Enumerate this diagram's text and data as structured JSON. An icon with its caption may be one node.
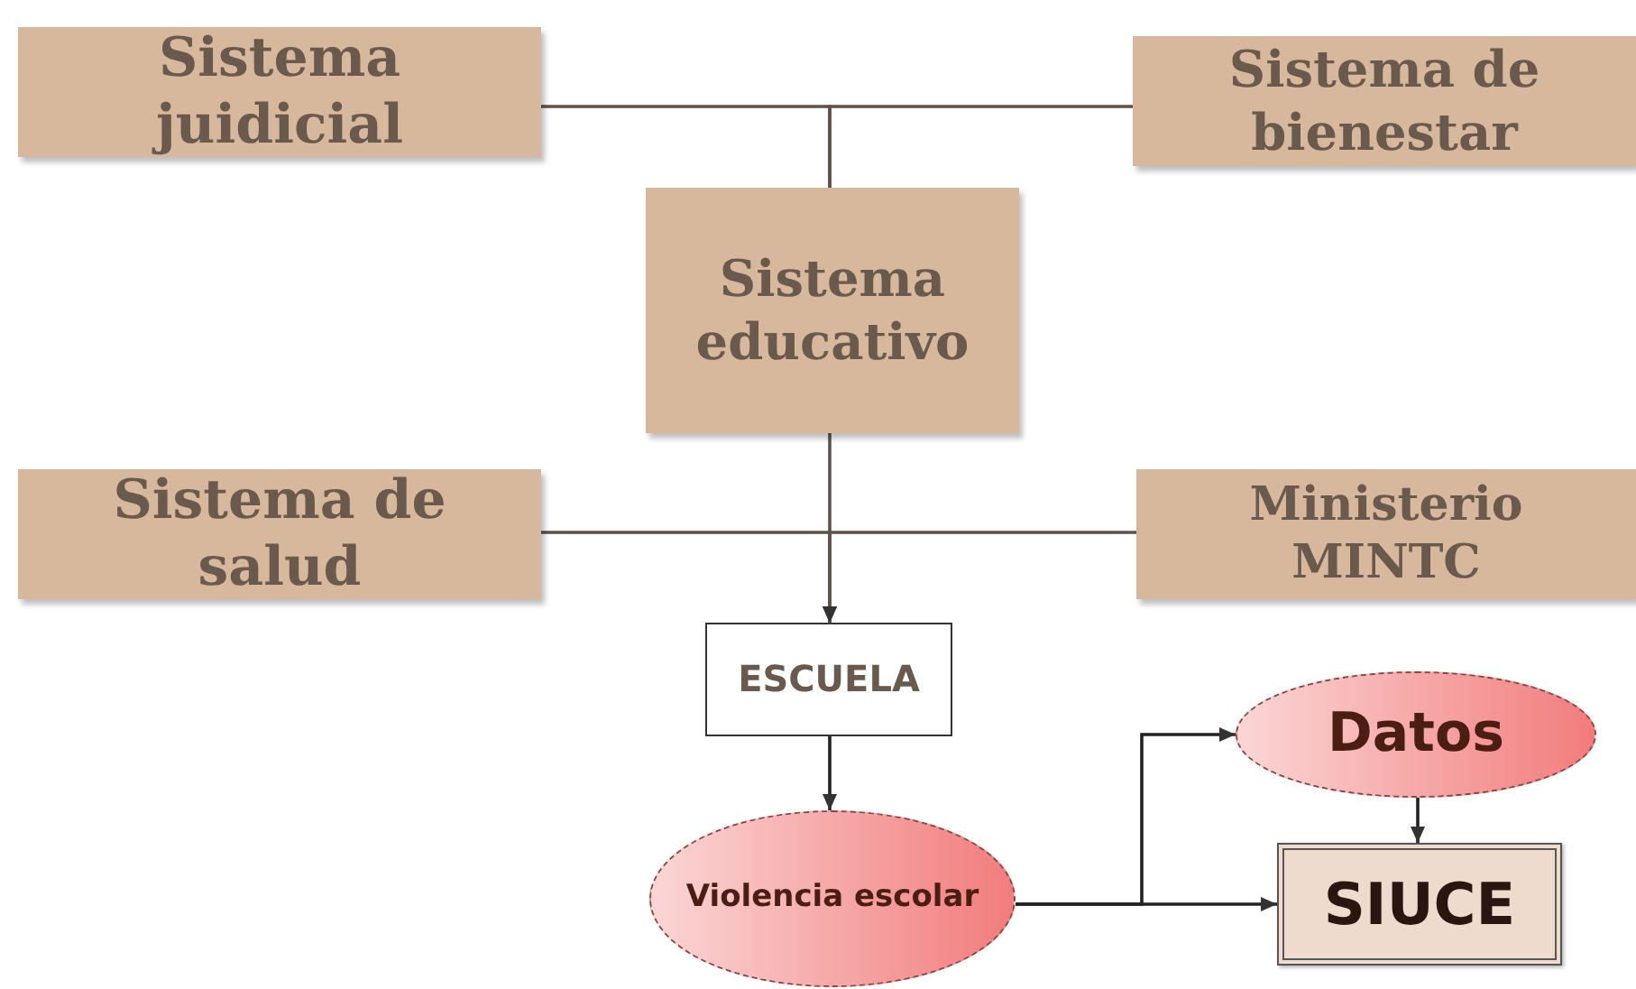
{
  "diagram": {
    "nodes": [
      {
        "text": [
          "Sistema juidicial"
        ]
      },
      {
        "text": [
          "Sistema de bienestar"
        ]
      },
      {
        "text": [
          "Sistema educativo"
        ]
      },
      {
        "text": [
          "Sistema de salud"
        ]
      },
      {
        "text": [
          "Ministerio MINTC"
        ]
      },
      {
        "text": [
          "ESCUELA"
        ]
      },
      {
        "text": [
          "Violencia escolar"
        ]
      },
      {
        "text": [
          "Datos"
        ]
      },
      {
        "text": [
          "SIUCE"
        ]
      }
    ],
    "edges": [
      {
        "from": 0,
        "to": 2,
        "arrow": "none"
      },
      {
        "from": 1,
        "to": 2,
        "arrow": "none"
      },
      {
        "from": 2,
        "to": 5,
        "arrow": "to"
      },
      {
        "from": 3,
        "to": 5,
        "arrow": "to"
      },
      {
        "from": 4,
        "to": 5,
        "arrow": "to"
      },
      {
        "from": 5,
        "to": 6,
        "arrow": "to"
      },
      {
        "from": 6,
        "to": 7,
        "arrow": "to"
      },
      {
        "from": 6,
        "to": 8,
        "arrow": "to"
      },
      {
        "from": 7,
        "to": 8,
        "arrow": "to"
      }
    ]
  }
}
